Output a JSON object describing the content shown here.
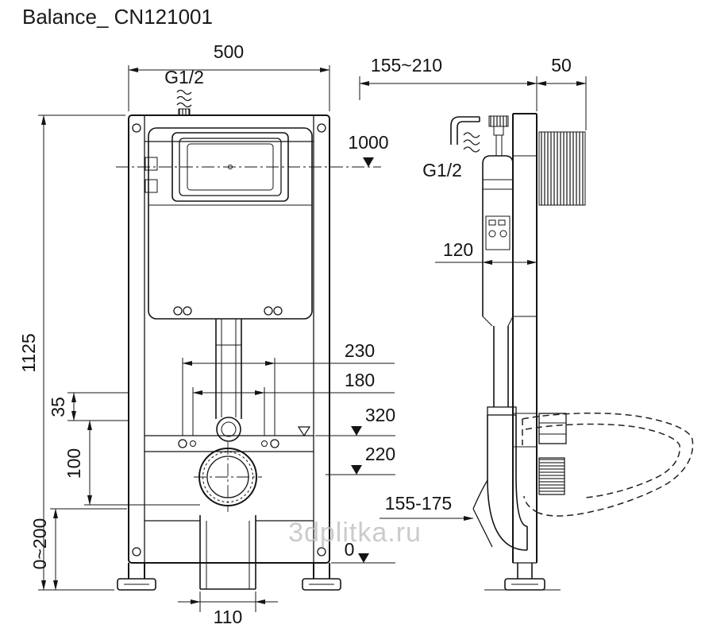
{
  "title": "Balance_ CN121001",
  "watermark": "3dplitka.ru",
  "front_view": {
    "dim_width_top": "500",
    "inlet_label": "G1/2",
    "level_1000": "1000",
    "dim_total_height": "1125",
    "dim_bolt_230": "230",
    "dim_bolt_180": "180",
    "dim_35": "35",
    "level_320": "320",
    "dim_100": "100",
    "level_220": "220",
    "dim_leg_range": "0~200",
    "dim_outlet_width": "110",
    "level_0": "0"
  },
  "side_view": {
    "dim_depth_range": "155~210",
    "dim_bracket_50": "50",
    "inlet_label": "G1/2",
    "dim_cistern_depth": "120",
    "dim_outlet_range": "155-175"
  }
}
